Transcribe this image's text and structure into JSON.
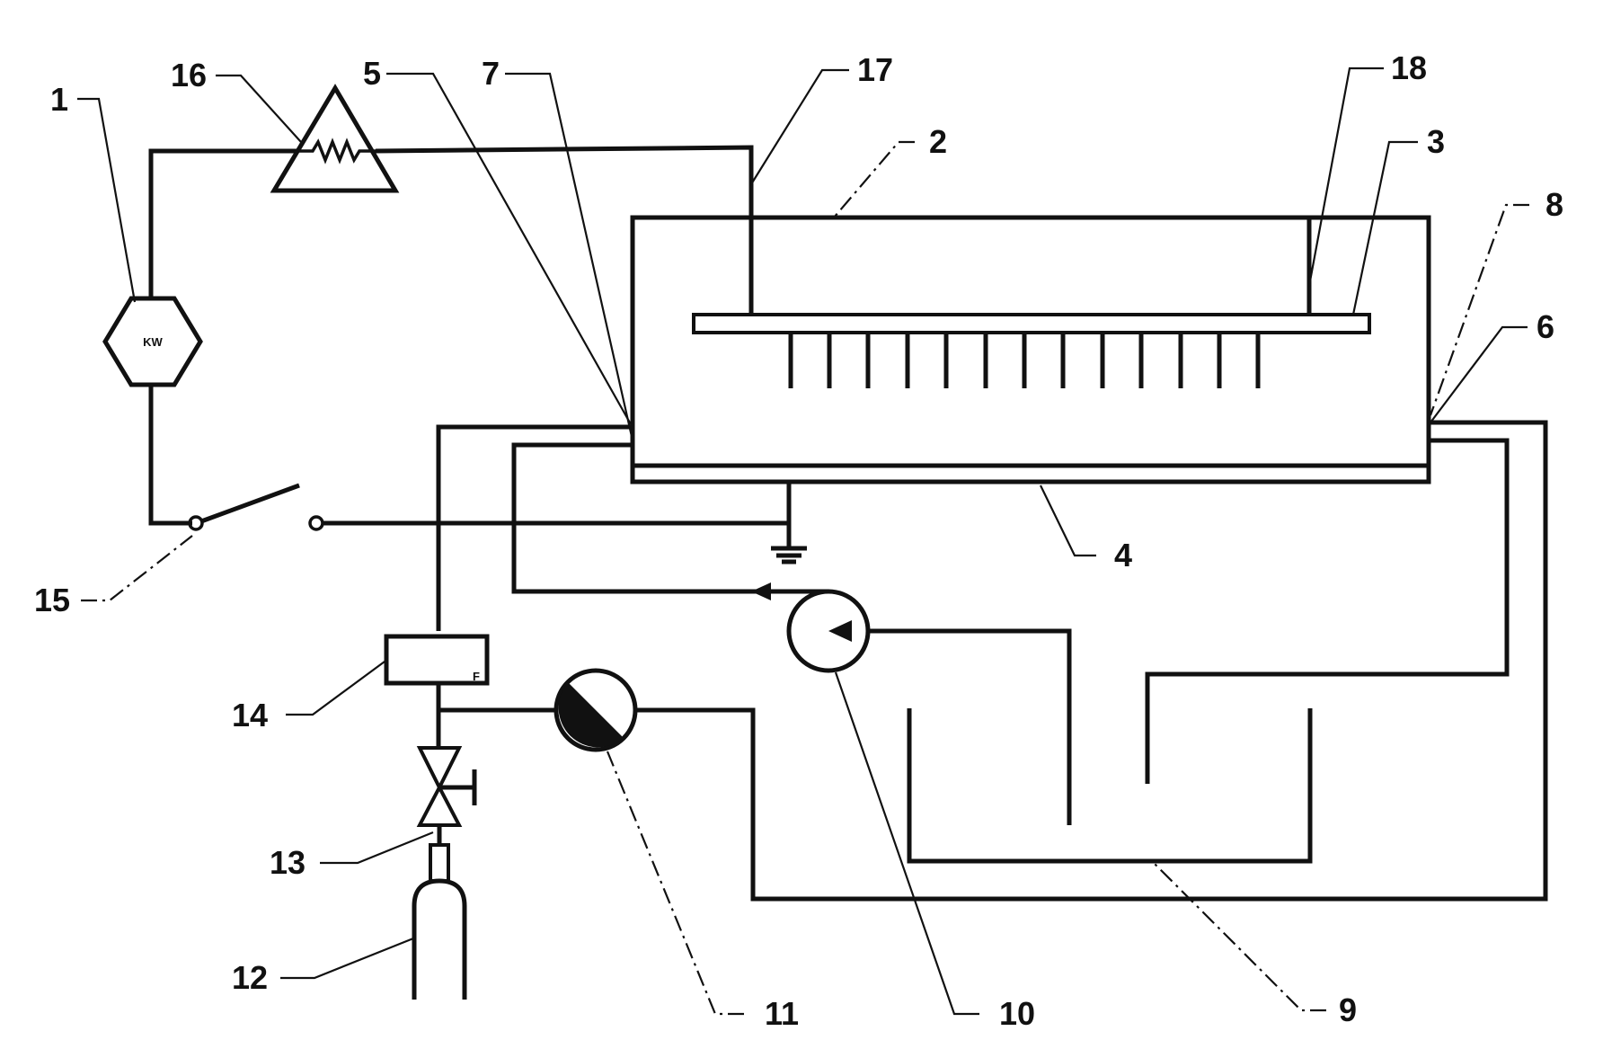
{
  "diagram": {
    "colors": {
      "line": "#111111",
      "background": "#ffffff"
    },
    "power_supply_symbol": "KW",
    "flow_meter_symbol": "F",
    "labels": {
      "l1": "1",
      "l2": "2",
      "l3": "3",
      "l4": "4",
      "l5": "5",
      "l6": "6",
      "l7": "7",
      "l8": "8",
      "l9": "9",
      "l10": "10",
      "l11": "11",
      "l12": "12",
      "l13": "13",
      "l14": "14",
      "l15": "15",
      "l16": "16",
      "l17": "17",
      "l18": "18"
    }
  }
}
